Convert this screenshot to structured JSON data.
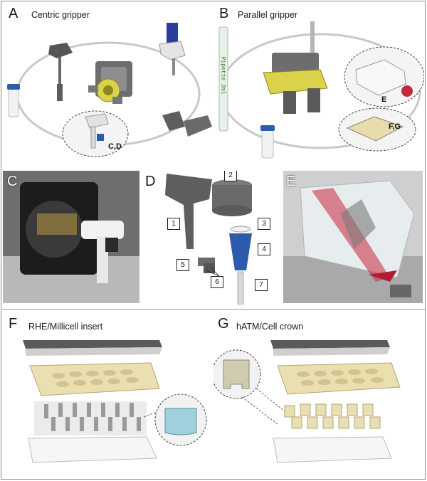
{
  "panels": {
    "A": {
      "letter": "A",
      "title": "Centric gripper",
      "tag": "C,D"
    },
    "B": {
      "letter": "B",
      "title": "Parallel gripper",
      "pipette_label": "Pipette 2ml",
      "tag_e": "E",
      "tag_fg": "F,G"
    },
    "C": {
      "letter": "C"
    },
    "D": {
      "letter": "D",
      "parts": [
        "1",
        "2",
        "3",
        "4",
        "5",
        "6",
        "7"
      ]
    },
    "E": {
      "letter": "E"
    },
    "F": {
      "letter": "F",
      "title": "RHE/Millicell insert"
    },
    "G": {
      "letter": "G",
      "title": "hATM/Cell crown"
    }
  },
  "colors": {
    "gripper_yellow": "#d9d24a",
    "tube_blue": "#2c5cab",
    "lid_gray": "#5a5a5a",
    "insert_beige": "#eadfb0",
    "insert_cyan": "#9fd0dc",
    "flask_red": "#c8283c"
  }
}
